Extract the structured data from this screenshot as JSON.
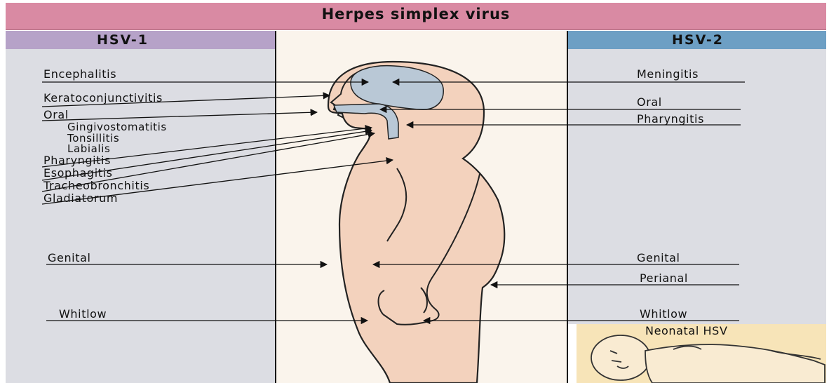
{
  "title": "Herpes simplex virus",
  "columns": {
    "left_header": "HSV-1",
    "right_header": "HSV-2"
  },
  "hsv1": {
    "encephalitis": "Encephalitis",
    "keratoconjunctivitis": "Keratoconjunctivitis",
    "oral": "Oral",
    "gingivostomatitis": "Gingivostomatitis",
    "tonsillitis": "Tonsillitis",
    "labialis": "Labialis",
    "pharyngitis": "Pharyngitis",
    "esophagitis": "Esophagitis",
    "tracheobronchitis": "Tracheobronchitis",
    "gladiatorum": "Gladiatorum",
    "genital": "Genital",
    "whitlow": "Whitlow"
  },
  "hsv2": {
    "meningitis": "Meningitis",
    "oral": "Oral",
    "pharyngitis": "Pharyngitis",
    "genital": "Genital",
    "perianal": "Perianal",
    "whitlow": "Whitlow",
    "neonatal": "Neonatal HSV"
  },
  "colors": {
    "title_bg": "#d98aa3",
    "hsv1_header_bg": "#b6a2c8",
    "hsv2_header_bg": "#6d9fc4",
    "side_panel_bg": "#dcdde3",
    "body_fill": "#f3d2bd",
    "brain_fill": "#b9c8d6",
    "neonatal_bg": "#f7e4b8"
  }
}
